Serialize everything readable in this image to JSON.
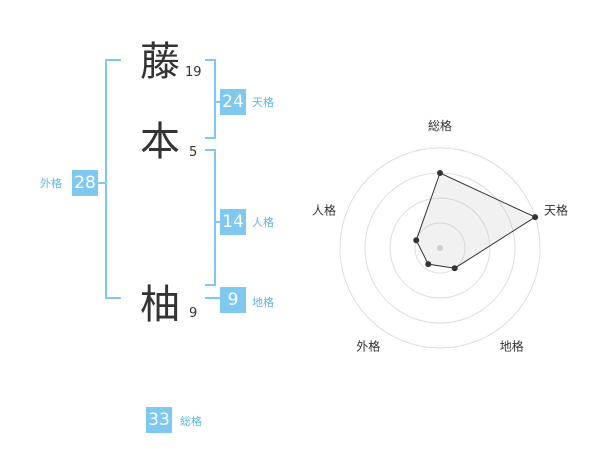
{
  "name": {
    "chars": [
      {
        "char": "藤",
        "strokes": "19"
      },
      {
        "char": "本",
        "strokes": "5"
      },
      {
        "char": "柚",
        "strokes": "9"
      }
    ]
  },
  "fortune": {
    "tenkaku": {
      "label": "天格",
      "value": "24"
    },
    "jinkaku": {
      "label": "人格",
      "value": "14"
    },
    "chikaku": {
      "label": "地格",
      "value": "9"
    },
    "gaikaku": {
      "label": "外格",
      "value": "28"
    },
    "soukaku": {
      "label": "総格",
      "value": "33"
    }
  },
  "colors": {
    "accent": "#7fc8ef",
    "accent_text": "#5fb6e6",
    "bracket": "#7fc8ef"
  },
  "chart_data": {
    "type": "radar",
    "axes": [
      "総格",
      "天格",
      "地格",
      "外格",
      "人格"
    ],
    "values": [
      0.75,
      1.0,
      0.25,
      0.2,
      0.25
    ],
    "range": [
      0,
      1
    ],
    "rings": 4
  }
}
